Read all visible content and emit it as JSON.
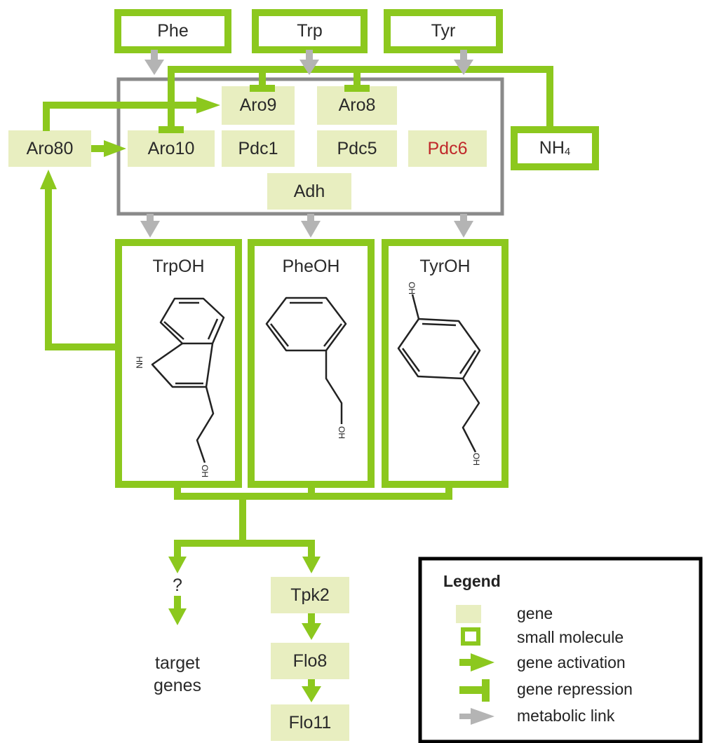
{
  "inputs": {
    "phe": "Phe",
    "trp": "Trp",
    "tyr": "Tyr",
    "nh4_base": "NH",
    "nh4_sub": "4"
  },
  "genes": {
    "aro80": "Aro80",
    "aro9": "Aro9",
    "aro8": "Aro8",
    "aro10": "Aro10",
    "pdc1": "Pdc1",
    "pdc5": "Pdc5",
    "pdc6": "Pdc6",
    "adh": "Adh",
    "tpk2": "Tpk2",
    "flo8": "Flo8",
    "flo11": "Flo11"
  },
  "products": {
    "trpoh": "TrpOH",
    "pheoh": "PheOH",
    "tyroh": "TyrOH"
  },
  "atoms": {
    "nh": "HN",
    "oh": "OH"
  },
  "downstream": {
    "unknown": "?",
    "target_line1": "target",
    "target_line2": "genes"
  },
  "legend": {
    "title": "Legend",
    "items": [
      {
        "key": "gene",
        "label": "gene"
      },
      {
        "key": "small-molecule",
        "label": "small molecule"
      },
      {
        "key": "gene-activation",
        "label": "gene activation"
      },
      {
        "key": "gene-repression",
        "label": "gene repression"
      },
      {
        "key": "metabolic-link",
        "label": "metabolic link"
      }
    ]
  },
  "colors": {
    "green": "#8cc81e",
    "gene_fill": "#e8eec0",
    "gray": "#8a8a8a",
    "metabolic_arrow": "#b4b4b4",
    "red_label": "#c0282a"
  }
}
